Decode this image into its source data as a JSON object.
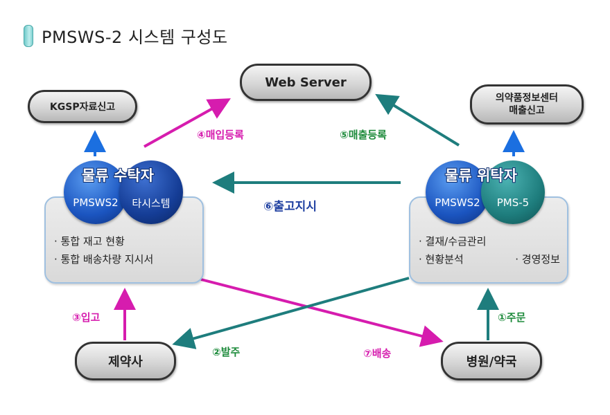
{
  "title": "PMSWS-2 시스템 구성도",
  "nodes": {
    "web_server": "Web Server",
    "kgsp": "KGSP자료신고",
    "info_center": [
      "의약품정보센터",
      "매출신고"
    ],
    "pharma": "제약사",
    "hospital": "병원/약국"
  },
  "left_group": {
    "heading": "물류 수탁자",
    "circle_a": "PMSWS2",
    "circle_b": "타시스템",
    "items": [
      "· 통합 재고 현황",
      "· 통합 배송차량 지시서"
    ]
  },
  "right_group": {
    "heading": "물류 위탁자",
    "circle_a": "PMSWS2",
    "circle_b": "PMS-5",
    "items": [
      "· 결재/수금관리",
      "· 현황분석",
      "· 경영정보"
    ]
  },
  "flows": {
    "f1": "①주문",
    "f2": "②발주",
    "f3": "③입고",
    "f4": "④매입등록",
    "f5": "⑤매출등록",
    "f6": "⑥출고지시",
    "f7": "⑦배송"
  },
  "colors": {
    "magenta": "#d61cae",
    "teal": "#1e7d7d",
    "blue": "#1b6fe0",
    "green_label": "#1c8a3a",
    "navy_label": "#1e3fa0"
  }
}
